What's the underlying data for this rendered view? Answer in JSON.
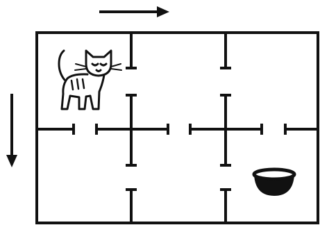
{
  "figure": {
    "layout": {
      "rows": 2,
      "columns": 3
    },
    "arrows": [
      {
        "name": "arrow-right",
        "direction": "right"
      },
      {
        "name": "arrow-down",
        "direction": "down"
      }
    ],
    "occupants": {
      "cat": {
        "row": 1,
        "column": 1
      },
      "bowl": {
        "row": 2,
        "column": 3
      }
    },
    "colors": {
      "ink": "#111111",
      "background": "#ffffff"
    }
  }
}
